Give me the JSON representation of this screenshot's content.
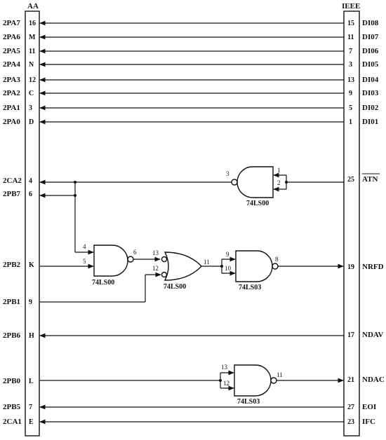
{
  "headers": {
    "left": "AA",
    "right": "IEEE"
  },
  "left_labels": [
    "2PA7",
    "2PA6",
    "2PA5",
    "2PA4",
    "2PA3",
    "2PA2",
    "2PA1",
    "2PA0",
    "2CA2",
    "2PB7",
    "2PB2",
    "2PB1",
    "2PB6",
    "2PB0",
    "2PB5",
    "2CA1"
  ],
  "left_pins": [
    "16",
    "M",
    "11",
    "N",
    "12",
    "C",
    "3",
    "D",
    "4",
    "6",
    "K",
    "9",
    "H",
    "L",
    "7",
    "E"
  ],
  "right_pins": [
    "15",
    "11",
    "7",
    "3",
    "13",
    "9",
    "5",
    "1",
    "25",
    "19",
    "17",
    "21",
    "27",
    "23"
  ],
  "right_labels": [
    "DI08",
    "DI07",
    "DI06",
    "DI05",
    "DI04",
    "DI03",
    "DI02",
    "DI01",
    "ATN",
    "NRFD",
    "NDAV",
    "NDAC",
    "EOI",
    "IFC"
  ],
  "gates": {
    "atn": {
      "chip": "74LS00",
      "in1": "1",
      "in2": "2",
      "out": "3"
    },
    "nand1": {
      "chip": "74LS00",
      "in1": "4",
      "in2": "5",
      "out": "6"
    },
    "or1": {
      "chip": "74LS00",
      "in1": "13",
      "in2": "12",
      "out": "11"
    },
    "nrfd": {
      "chip": "74LS03",
      "in1": "9",
      "in2": "10",
      "out": "8"
    },
    "ndac": {
      "chip": "74LS03",
      "in1": "13",
      "in2": "12",
      "out": "11"
    }
  }
}
